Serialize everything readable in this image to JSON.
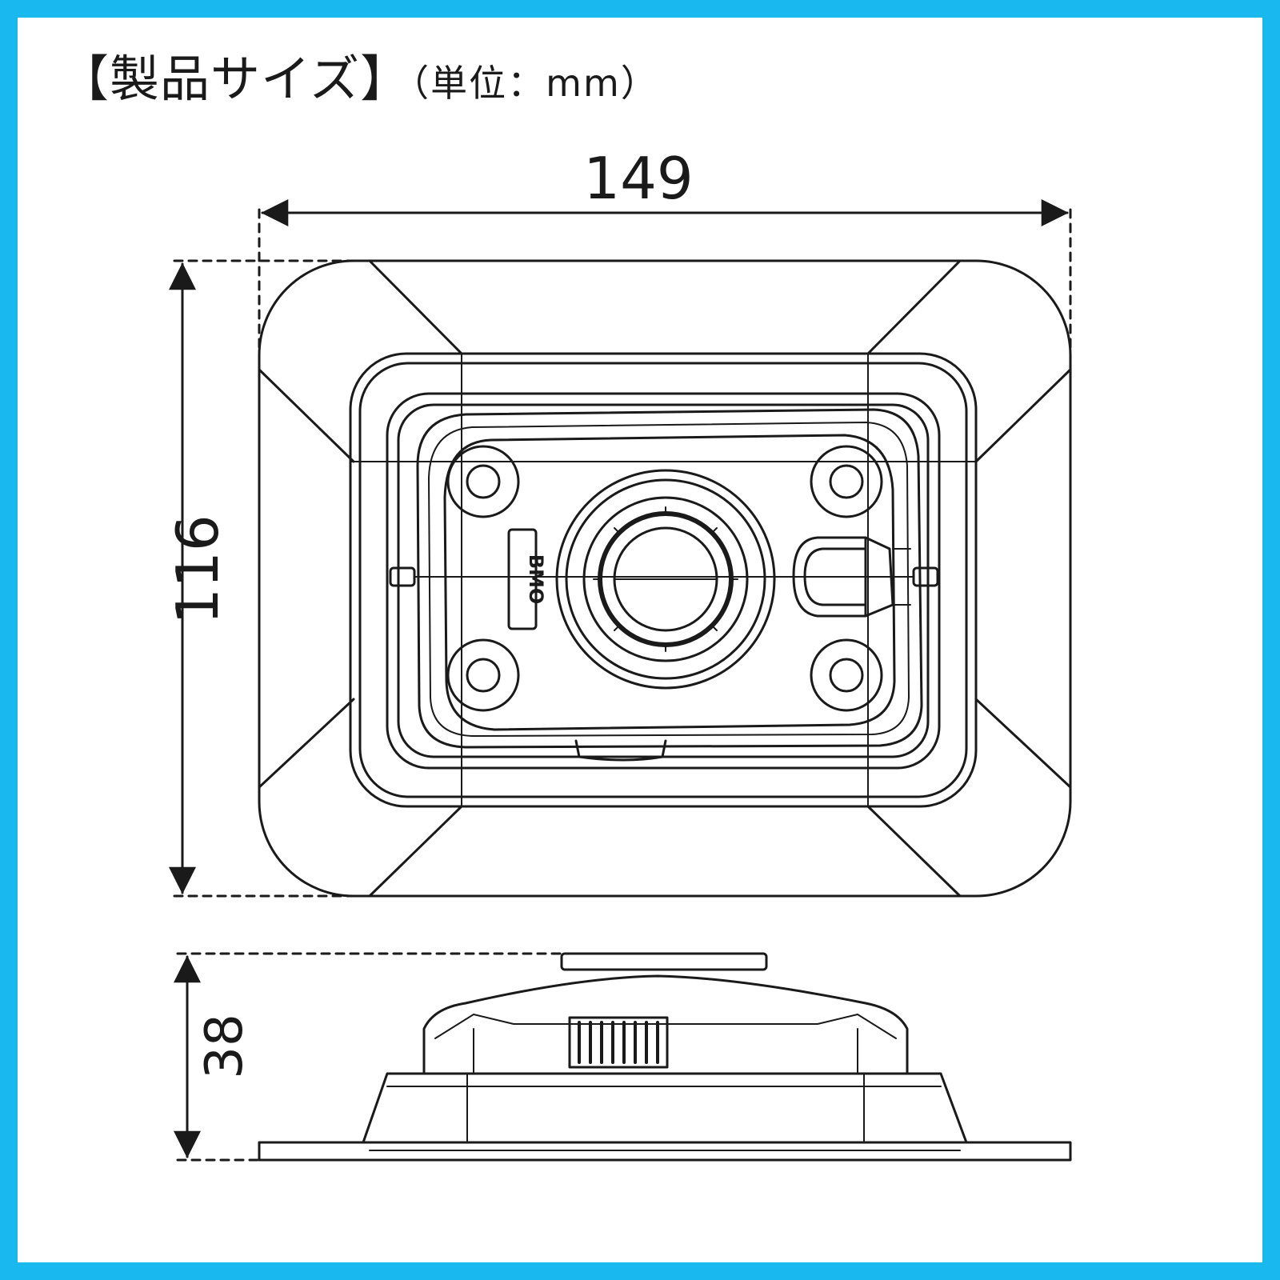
{
  "title": {
    "main": "【製品サイズ】",
    "unit": "（単位：mm）"
  },
  "logo_text": "BMO",
  "dimensions": {
    "width": "149",
    "depth": "116",
    "height": "38"
  },
  "colors": {
    "border": "#19b8ee",
    "background": "#ffffff",
    "line": "#1a1a1a"
  }
}
